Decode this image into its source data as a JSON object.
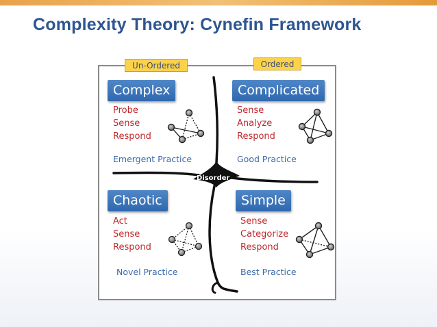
{
  "slide": {
    "title": "Complexity Theory: Cynefin Framework"
  },
  "tags": {
    "unordered": "Un-Ordered",
    "ordered": "Ordered"
  },
  "center": {
    "label": "Disorder"
  },
  "domains": {
    "complex": {
      "name": "Complex",
      "steps": [
        "Probe",
        "Sense",
        "Respond"
      ],
      "practice": "Emergent Practice"
    },
    "complicated": {
      "name": "Complicated",
      "steps": [
        "Sense",
        "Analyze",
        "Respond"
      ],
      "practice": "Good Practice"
    },
    "chaotic": {
      "name": "Chaotic",
      "steps": [
        "Act",
        "Sense",
        "Respond"
      ],
      "practice": "Novel Practice"
    },
    "simple": {
      "name": "Simple",
      "steps": [
        "Sense",
        "Categorize",
        "Respond"
      ],
      "practice": "Best Practice"
    }
  },
  "colors": {
    "title": "#2e5591",
    "box": "#3a74bb",
    "steps": "#c0282d",
    "practice": "#3b6aa8",
    "tag": "#fbd24a"
  },
  "icons": {
    "complex": "network-graph-icon",
    "complicated": "network-graph-icon",
    "chaotic": "network-graph-icon",
    "simple": "network-graph-icon"
  }
}
